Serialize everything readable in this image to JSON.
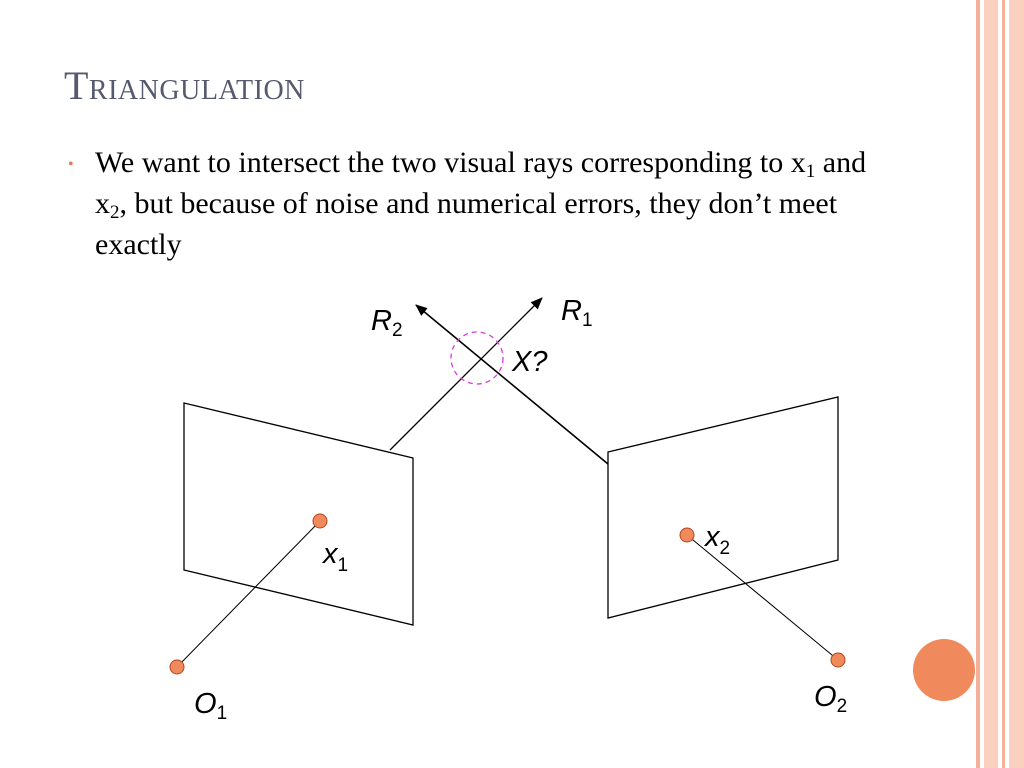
{
  "slide": {
    "title": "Triangulation",
    "bullet": {
      "text_1": "We want to intersect the two visual rays corresponding to x",
      "sub_1": "1",
      "text_2": " and x",
      "sub_2": "2",
      "text_3": ", but because of noise and numerical errors, they don’t meet exactly"
    }
  },
  "diagram": {
    "labels": {
      "r1": "R",
      "r1_sub": "1",
      "r2": "R",
      "r2_sub": "2",
      "x_question": "X?",
      "x1": "x",
      "x1_sub": "1",
      "x2": "x",
      "x2_sub": "2",
      "o1": "O",
      "o1_sub": "1",
      "o2": "O",
      "o2_sub": "2"
    }
  },
  "colors": {
    "accent": "#f08a5d",
    "point_stroke": "#b5441f",
    "circle": "#d63fd6",
    "title": "#555a6e",
    "stripe_fill": "#fbd0bf",
    "stripe_dark": "#f4b09a"
  }
}
